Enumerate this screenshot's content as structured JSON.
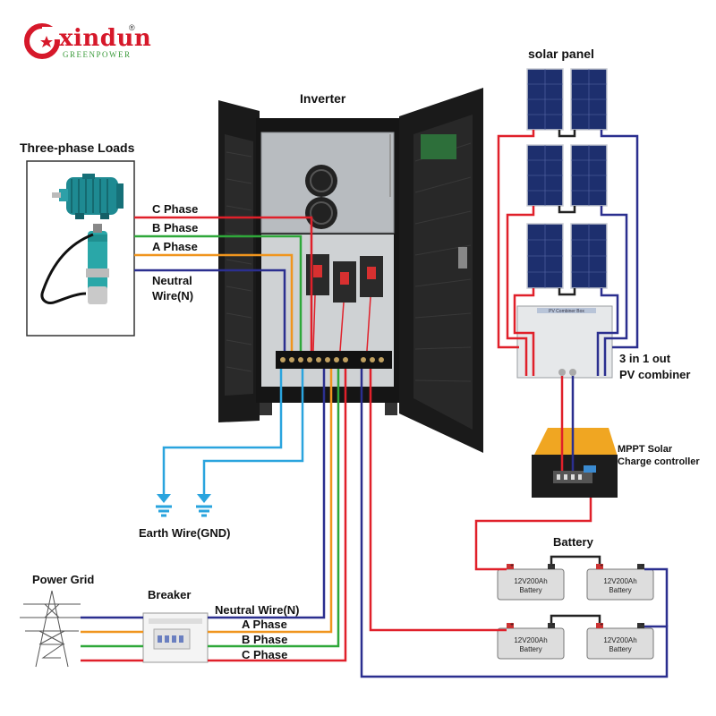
{
  "brand": {
    "name": "xindun",
    "tagline": "GREENPOWER",
    "registered_mark": "®"
  },
  "labels": {
    "inverter": "Inverter",
    "solar_panel": "solar panel",
    "three_phase_loads": "Three-phase Loads",
    "c_phase": "C Phase",
    "b_phase": "B Phase",
    "a_phase": "A Phase",
    "neutral_line1": "Neutral",
    "neutral_line2": "Wire(N)",
    "combiner_line1": "3 in 1 out",
    "combiner_line2": "PV combiner",
    "mppt_line1": "MPPT Solar",
    "mppt_line2": "Charge controller",
    "battery": "Battery",
    "earth_wire": "Earth Wire(GND)",
    "power_grid": "Power Grid",
    "breaker": "Breaker",
    "grid_neutral": "Neutral Wire(N)",
    "grid_a_phase": "A Phase",
    "grid_b_phase": "B Phase",
    "grid_c_phase": "C Phase",
    "combiner_plate": "PV Combiner Box"
  },
  "batteries": [
    {
      "spec": "12V200Ah",
      "name": "Battery"
    },
    {
      "spec": "12V200Ah",
      "name": "Battery"
    },
    {
      "spec": "12V200Ah",
      "name": "Battery"
    },
    {
      "spec": "12V200Ah",
      "name": "Battery"
    }
  ],
  "wire_colors": {
    "c_phase": "#e0202a",
    "b_phase": "#2fa83a",
    "a_phase": "#f0951e",
    "neutral": "#2b2f8f",
    "earth": "#2aa4de",
    "positive": "#e0202a",
    "negative": "#2b2f8f"
  },
  "icons": [
    "xindun-logo",
    "three-phase-motor-icon",
    "submersible-pump-icon",
    "inverter-cabinet",
    "solar-panel-icon",
    "pv-combiner-box",
    "mppt-charge-controller",
    "battery-icon",
    "earth-ground-icon",
    "transmission-tower-icon",
    "breaker-box-icon"
  ]
}
